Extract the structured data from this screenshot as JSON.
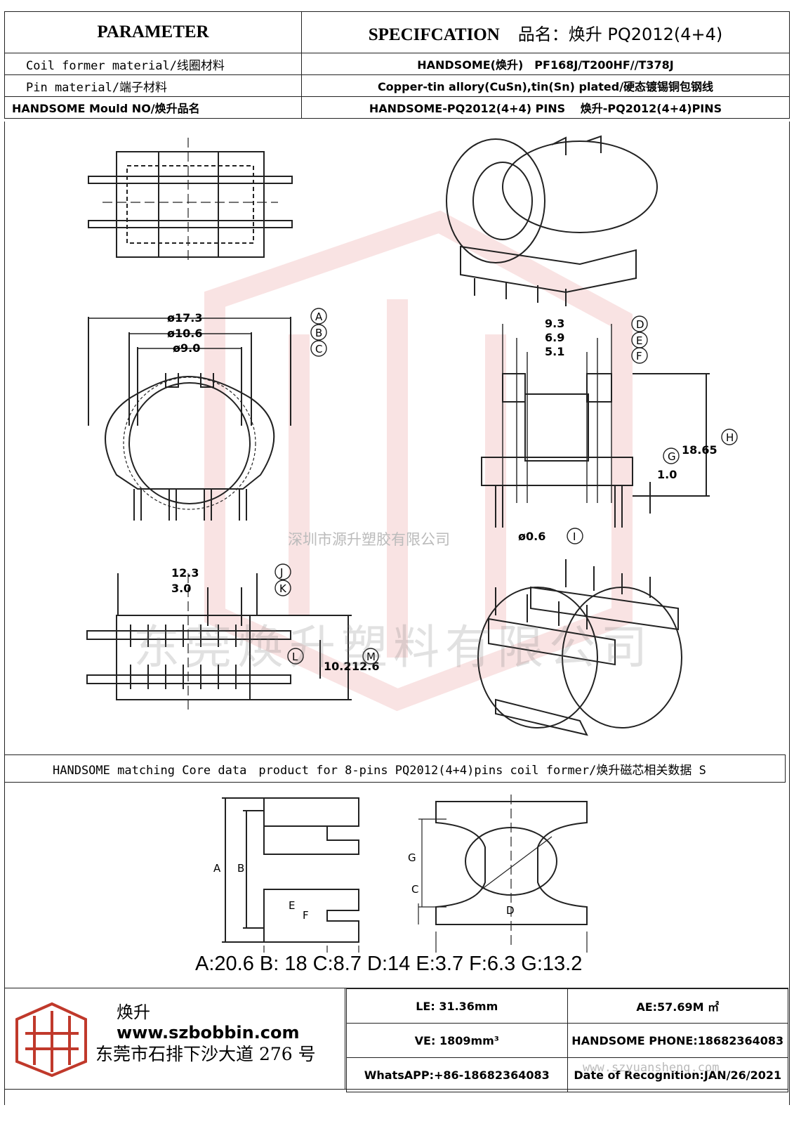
{
  "header": {
    "parameter": "PARAMETER",
    "specification": "SPECIFCATION",
    "product_name": "品名：焕升 PQ2012(4+4)",
    "rows": [
      {
        "label": "Coil former material/线圈材料",
        "value": "HANDSOME(焕升)　PF168J/T200HF//T378J"
      },
      {
        "label": "Pin material/端子材料",
        "value": "Copper-tin allory(CuSn),tin(Sn) plated/硬态镀锡铜包钢线"
      },
      {
        "label": "HANDSOME Mould NO/焕升品名",
        "value": "HANDSOME-PQ2012(4+4) PINS　 焕升-PQ2012(4+4)PINS"
      }
    ]
  },
  "dimensions": {
    "A": "ø17.3",
    "B": "ø10.6",
    "C": "ø9.0",
    "D": "9.3",
    "E": "6.9",
    "F": "5.1",
    "G": "1.0",
    "H": "18.65",
    "I": "ø0.6",
    "J": "12.3",
    "K": "3.0",
    "L": "10.2",
    "M": "12.6"
  },
  "markers": [
    "A",
    "B",
    "C",
    "D",
    "E",
    "F",
    "G",
    "H",
    "I",
    "J",
    "K",
    "L",
    "M"
  ],
  "core_section_title": "HANDSOME matching Core data　product for 8-pins PQ2012(4+4)pins coil former/焕升磁芯相关数据 S",
  "core_labels": [
    "A",
    "B",
    "C",
    "D",
    "E",
    "F",
    "G"
  ],
  "core_dimensions": "A:20.6 B: 18 C:8.7 D:14 E:3.7 F:6.3 G:13.2",
  "footer": {
    "brand_cn": "焕升",
    "website": "www.szbobbin.com",
    "address": "东莞市石排下沙大道 276 号",
    "le": "LE: 31.36mm",
    "ae": "AE:57.69M ㎡",
    "ve": "VE: 1809mm³",
    "phone": "HANDSOME PHONE:18682364083",
    "whatsapp": "WhatsAPP:+86-18682364083",
    "date": "Date of Recognition:JAN/26/2021"
  },
  "watermarks": {
    "company_small": "深圳市源升塑胶有限公司",
    "company_big": "东莞焕升塑料有限公司",
    "url": "www.szyuansheng.com"
  }
}
